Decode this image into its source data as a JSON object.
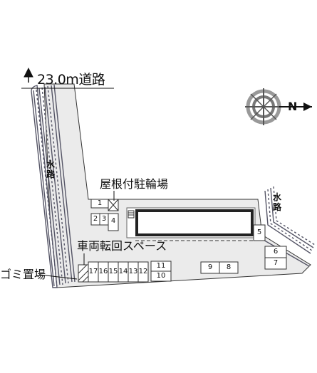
{
  "road": {
    "label": "23.0m道路"
  },
  "labels": {
    "bicycle_parking": "屋根付駐輪場",
    "turnaround_space": "車両転回スペース",
    "garbage_area": "ゴミ置場",
    "waterway_left": "水路",
    "waterway_right": "水路"
  },
  "compass": {
    "north_label": "N"
  },
  "parking_spaces": {
    "bike_top": "1",
    "s2": "2",
    "s3": "3",
    "s4": "4",
    "s5": "5",
    "s6": "6",
    "s7": "7",
    "s8": "8",
    "s9": "9",
    "s10": "10",
    "s11": "11",
    "s12": "12",
    "s13": "13",
    "s14": "14",
    "s15": "15",
    "s16": "16",
    "s17": "17"
  },
  "colors": {
    "lot_fill": "#ebebeb",
    "building_stroke": "#222222",
    "line": "#333333"
  }
}
